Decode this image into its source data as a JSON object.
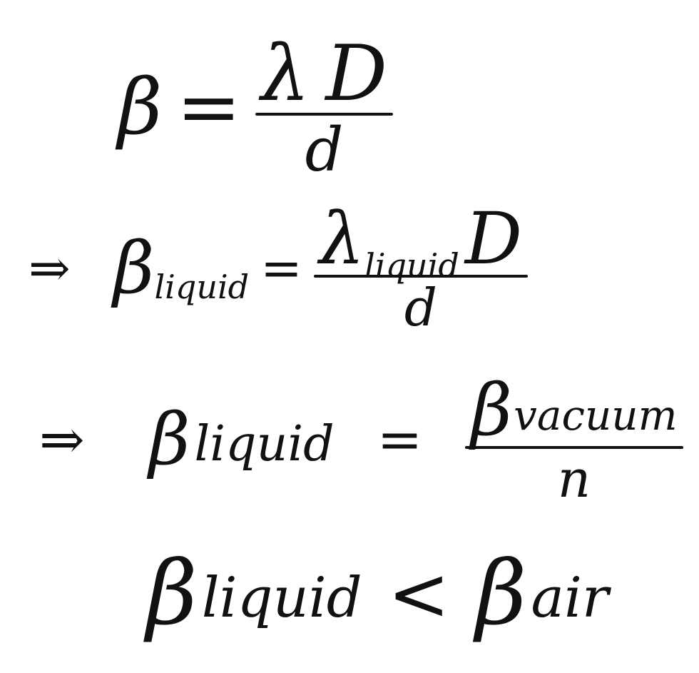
{
  "eq1": {
    "lhs_symbol": "β",
    "relation": "=",
    "num_lambda": "λ",
    "num_D": "D",
    "den": "d"
  },
  "eq2": {
    "implies": "⇒",
    "lhs_symbol": "β",
    "lhs_sub": "liquid",
    "relation": "=",
    "num_lambda": "λ",
    "num_lambda_sub": "liquid",
    "num_D": "D",
    "den": "d"
  },
  "eq3": {
    "implies": "⇒",
    "lhs_symbol": "β",
    "lhs_sub": "liquid",
    "relation": "=",
    "num_symbol": "β",
    "num_sub": "vacuum",
    "den": "n"
  },
  "eq4": {
    "lhs_symbol": "β",
    "lhs_sub": "liquid",
    "relation": "<",
    "rhs_symbol": "β",
    "rhs_sub": "air"
  }
}
